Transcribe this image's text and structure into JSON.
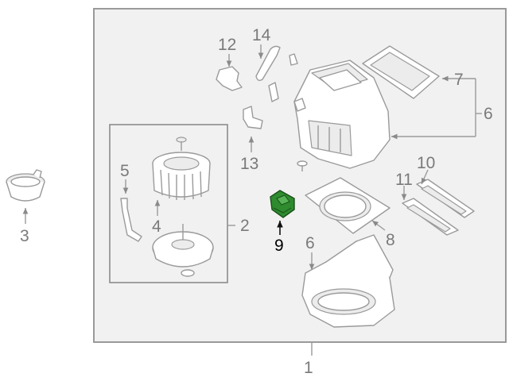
{
  "diagram": {
    "highlight_color": "#2e8b2e",
    "callouts": {
      "c1": "1",
      "c2": "2",
      "c3": "3",
      "c4": "4",
      "c5": "5",
      "c6a": "6",
      "c6b": "6",
      "c7": "7",
      "c8": "8",
      "c9": "9",
      "c10": "10",
      "c11": "11",
      "c12": "12",
      "c13": "13",
      "c14": "14"
    }
  }
}
